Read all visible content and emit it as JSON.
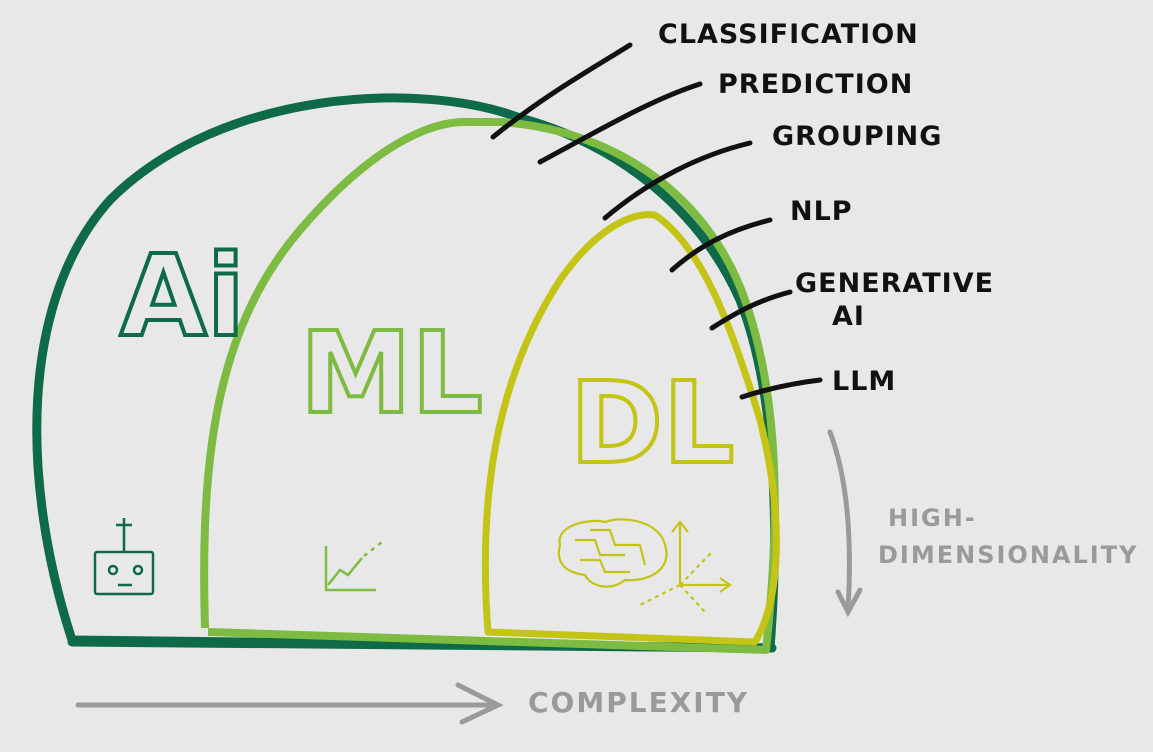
{
  "colors": {
    "background": "#e8e8e8",
    "ai": "#0f6a48",
    "ml": "#7dbb42",
    "dl": "#c4c417",
    "labels": "#111111",
    "axis": "#9a9a9a"
  },
  "regions": {
    "ai": {
      "title": "Ai",
      "icon": "robot-icon"
    },
    "ml": {
      "title": "ML",
      "icon": "line-chart-icon"
    },
    "dl": {
      "title": "DL",
      "icon": "brain-network-icon"
    }
  },
  "labels": [
    {
      "text": "CLASSIFICATION"
    },
    {
      "text": "PREDICTION"
    },
    {
      "text": "GROUPING"
    },
    {
      "text": "NLP"
    },
    {
      "text": "GENERATIVE"
    },
    {
      "text": "AI"
    },
    {
      "text": "LLM"
    }
  ],
  "axes": {
    "horizontal": "COMPLEXITY",
    "vertical_line1": "HIGH-",
    "vertical_line2": "DIMENSIONALITY"
  }
}
